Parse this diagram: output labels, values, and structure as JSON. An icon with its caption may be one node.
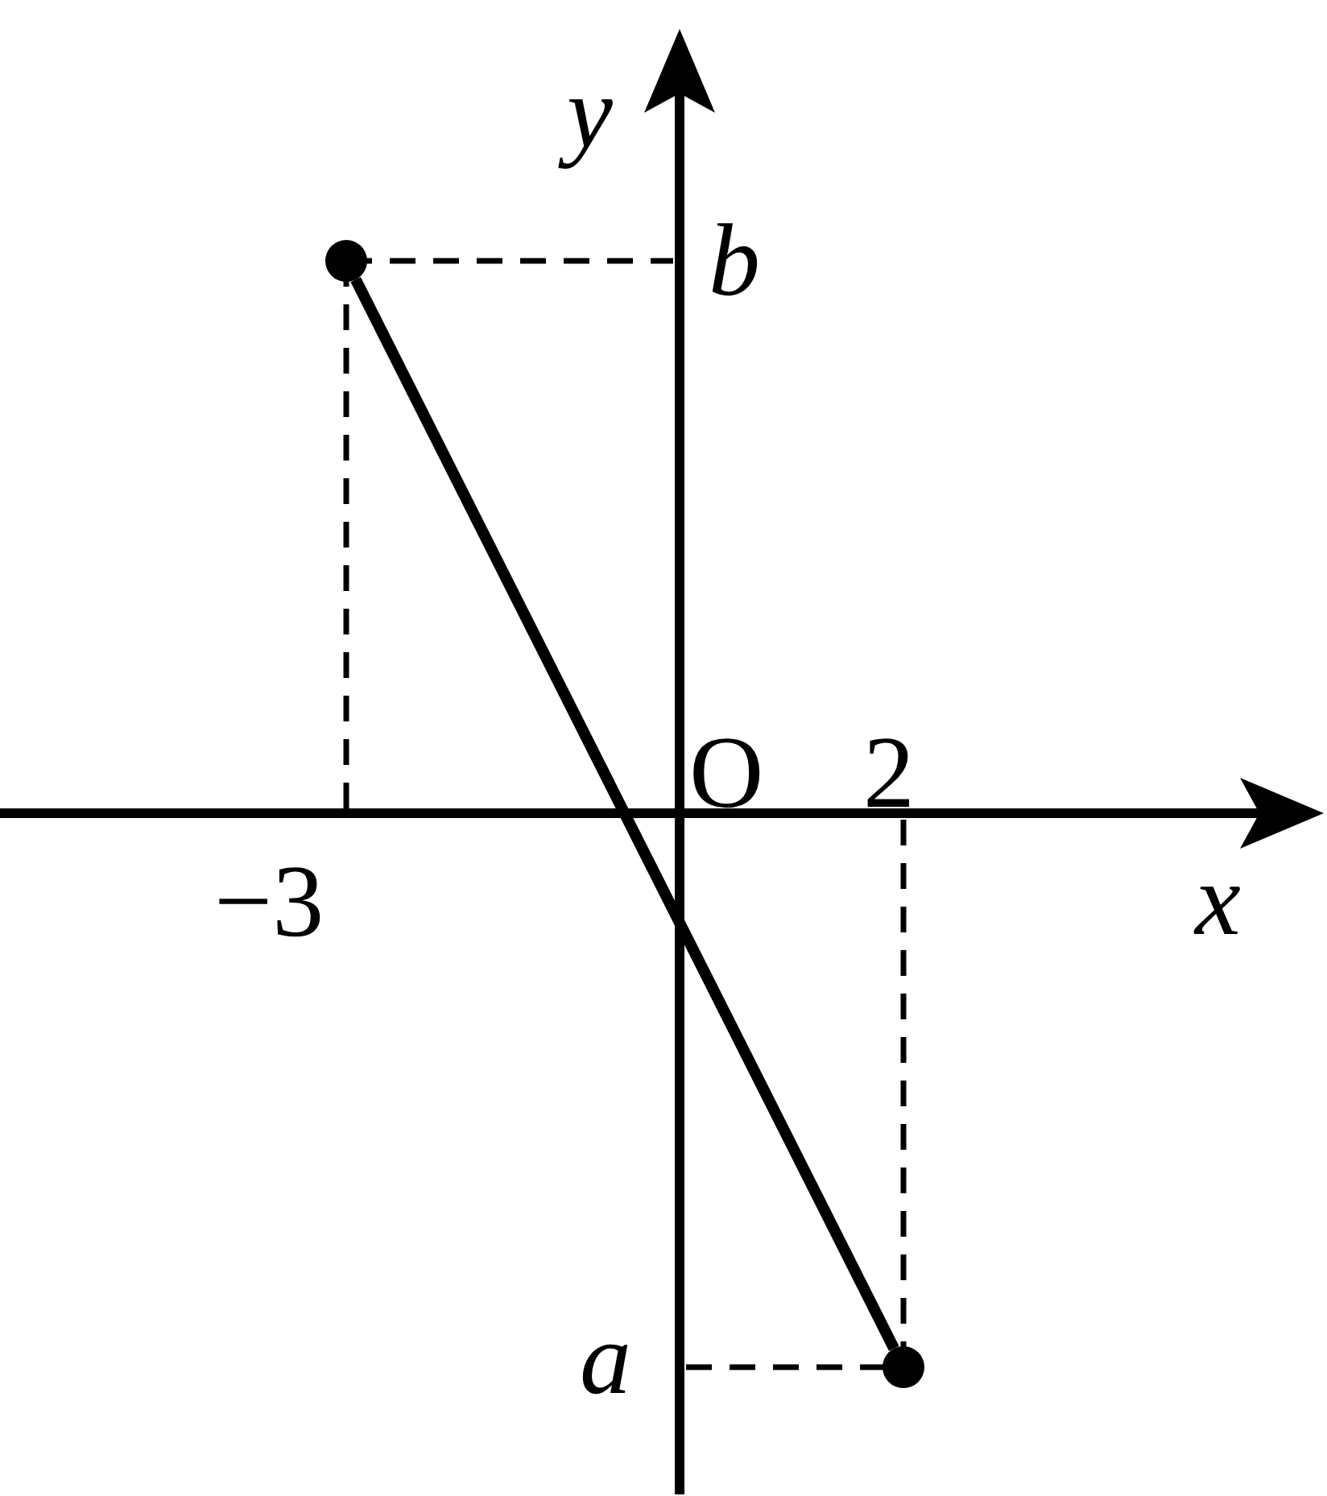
{
  "diagram": {
    "nodes": [
      {
        "text": [],
        "shape": "circle"
      },
      {
        "text": [],
        "shape": "circle"
      }
    ],
    "edges": [
      {
        "from": 0,
        "to": 1,
        "arrow": "none"
      }
    ],
    "labels": [
      "y",
      "b",
      "O",
      "2",
      "−3",
      "x",
      "a"
    ]
  }
}
